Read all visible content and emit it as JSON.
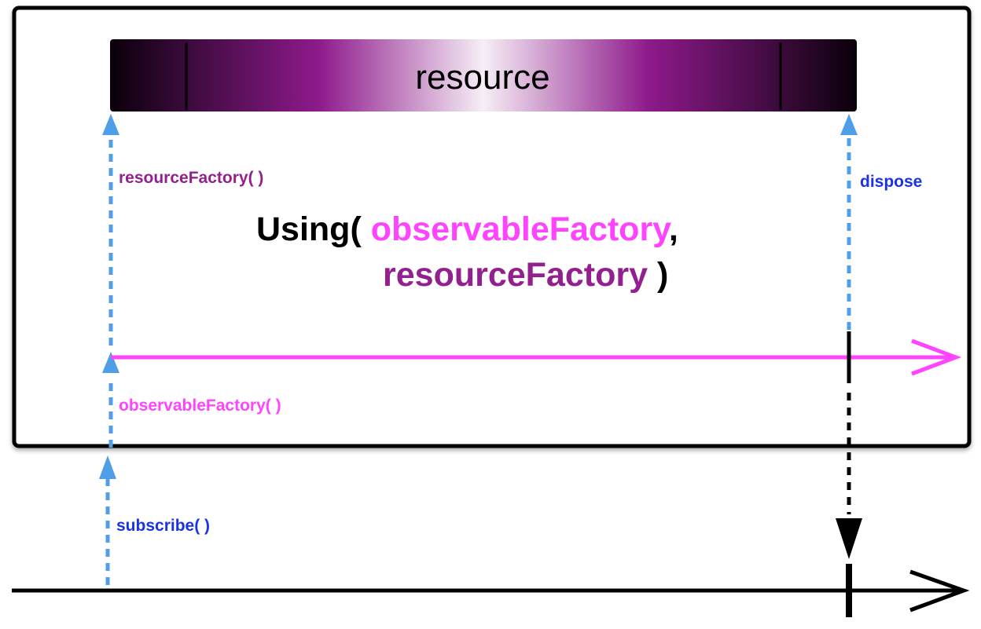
{
  "operator": {
    "prefix": "Using( ",
    "arg1": "observableFactory",
    "separator": ",",
    "arg2": "resourceFactory",
    "suffix": " )"
  },
  "resource": {
    "label": "resource"
  },
  "labels": {
    "resource_factory": "resourceFactory( )",
    "observable_factory": "observableFactory( )",
    "dispose": "dispose",
    "subscribe": "subscribe( )"
  },
  "colors": {
    "frame": "#000000",
    "arrow_blue": "#4f9ee8",
    "magenta": "#ff44ff",
    "purple": "#93208f",
    "label_blue": "#1a33e6",
    "resource_dark": "#0a000a",
    "resource_mid": "#8e1a8c",
    "resource_light": "#f6eef6"
  }
}
